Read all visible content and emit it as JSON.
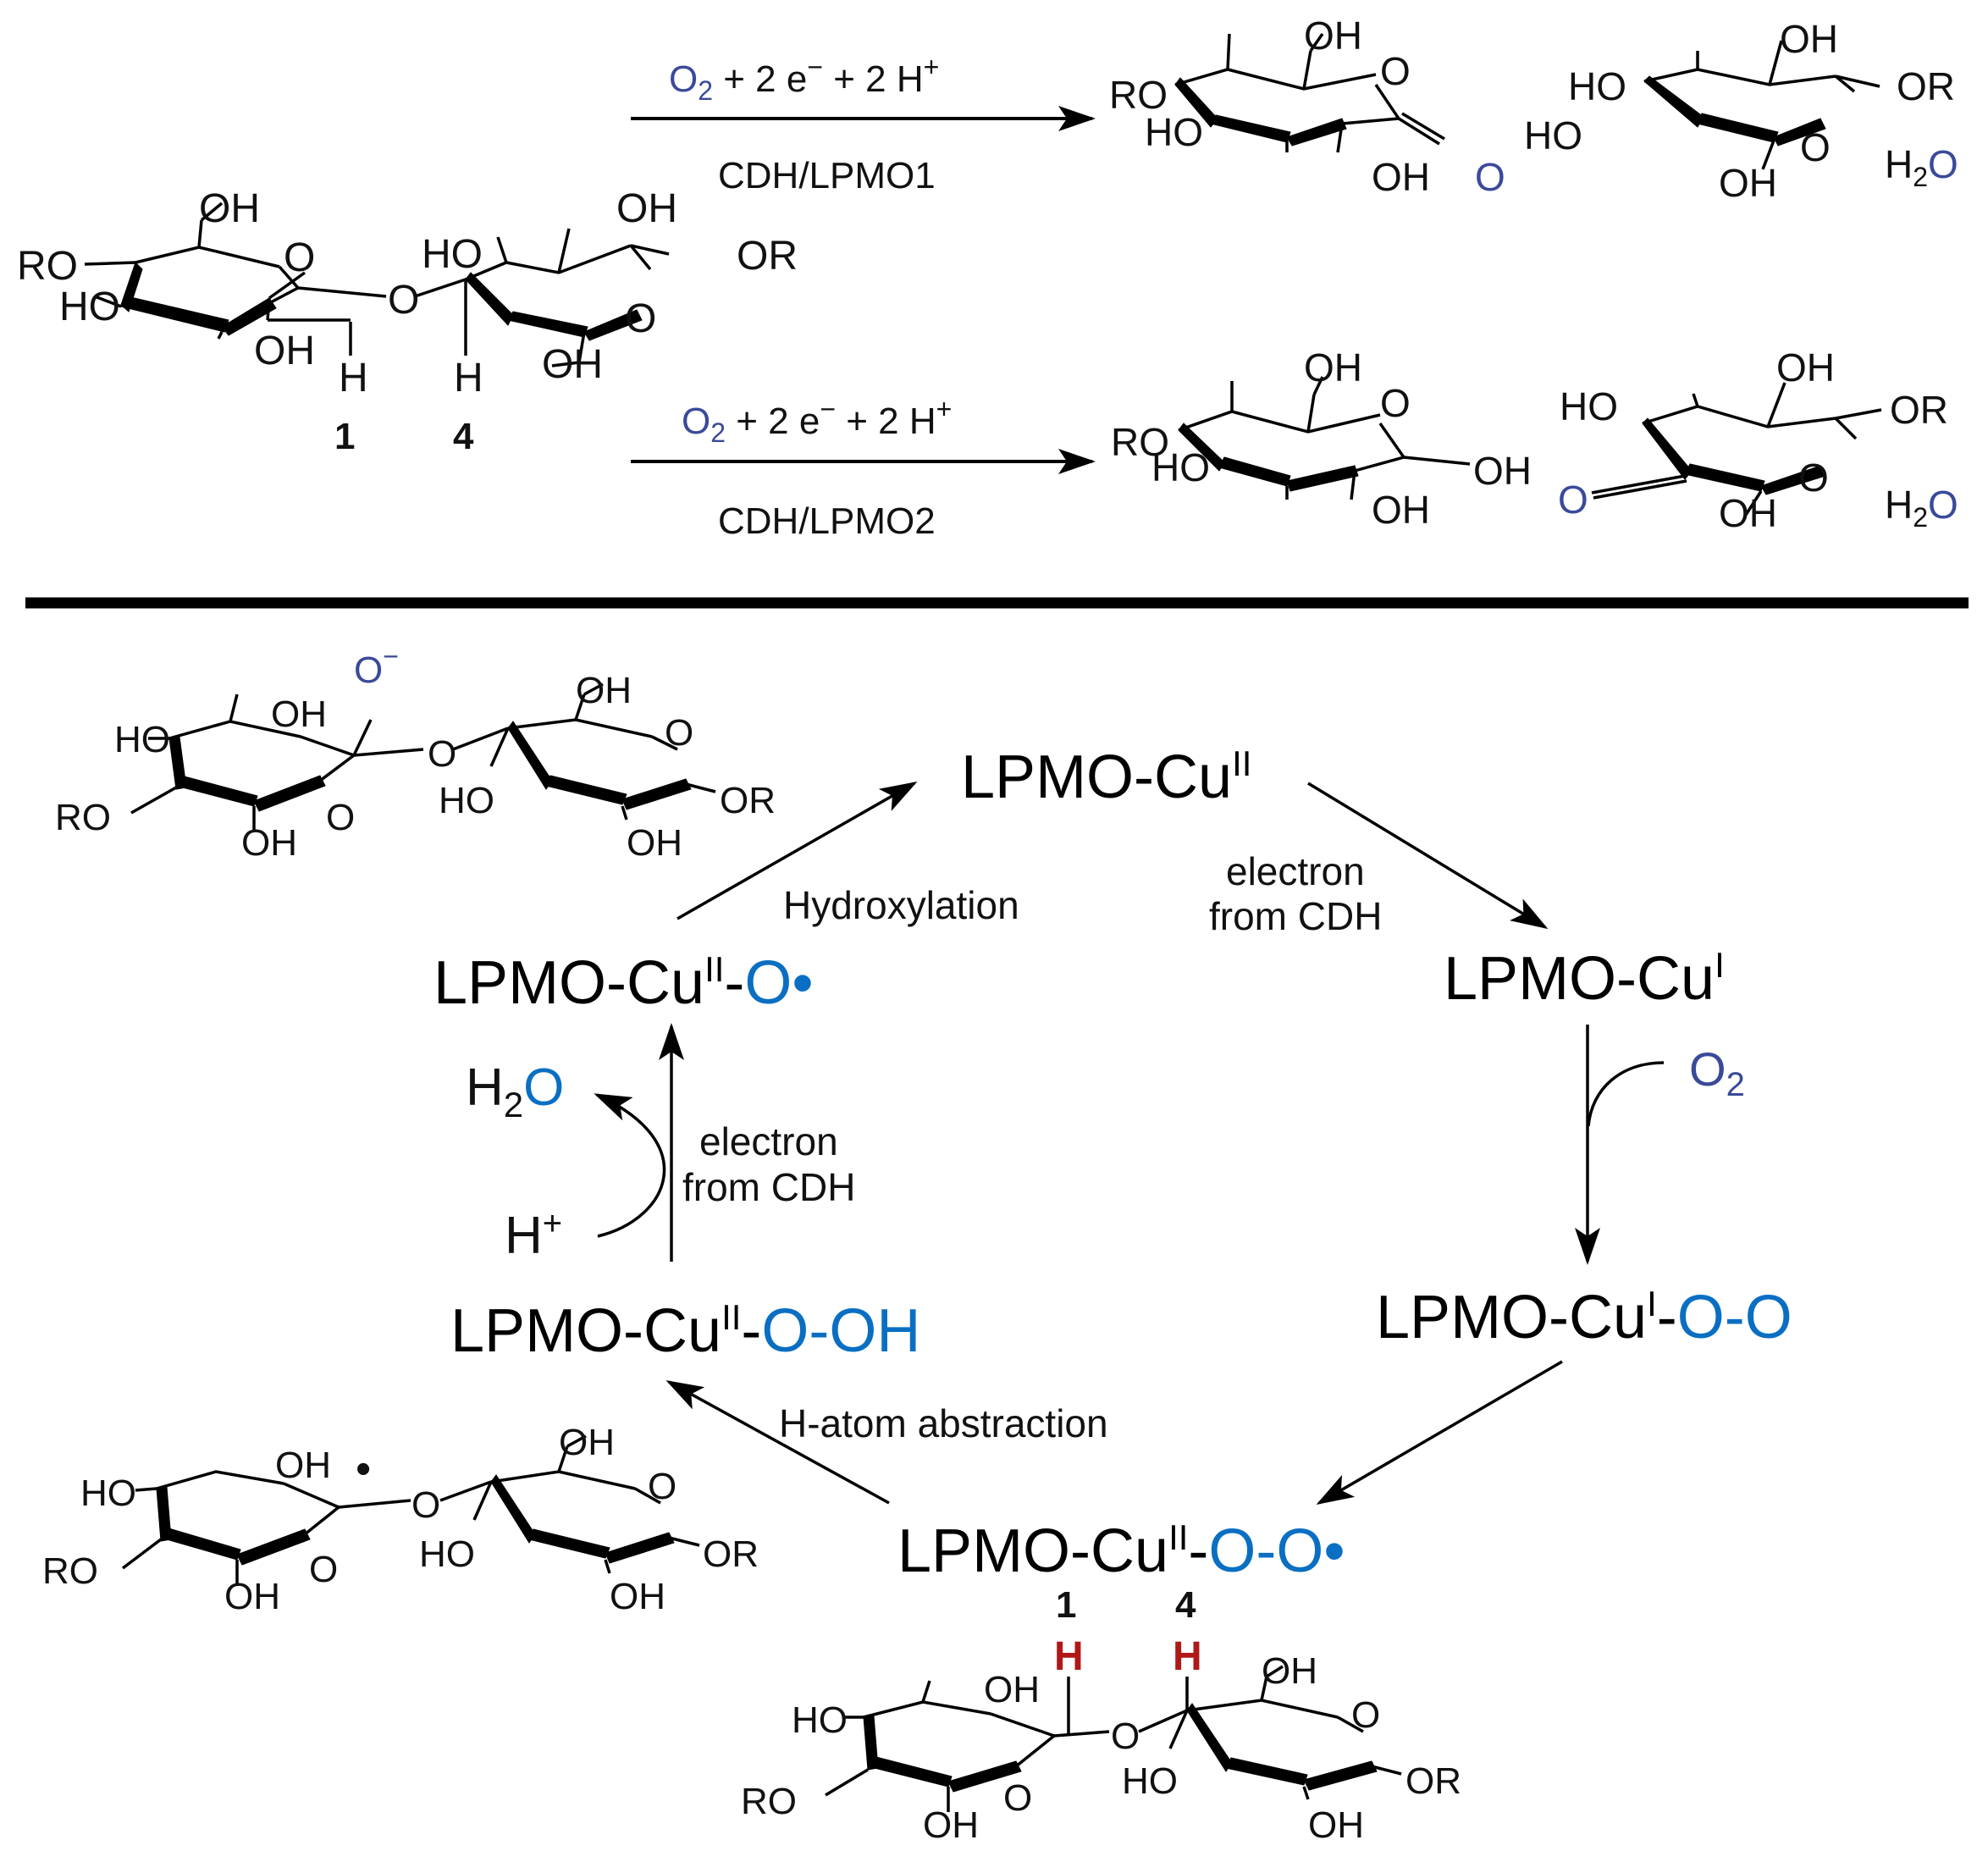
{
  "colors": {
    "blue": "#0a6fc2",
    "red": "#b01818",
    "black": "#000000"
  },
  "top": {
    "reaction_conditions": {
      "oxygen": "O",
      "oxygen_sub": "2",
      "rest": " + 2 e",
      "e_sup": "−",
      "rest2": " + 2 H",
      "h_sup": "+"
    },
    "route1_catalyst": "CDH/LPMO1",
    "route2_catalyst": "CDH/LPMO2",
    "position_1": "1",
    "position_4": "4",
    "water": {
      "h": "H",
      "sub": "2",
      "o": "O"
    },
    "atoms": {
      "OH": "OH",
      "HO": "HO",
      "RO": "RO",
      "OR": "OR",
      "O": "O",
      "H": "H"
    }
  },
  "cycle": {
    "cu2": {
      "base": "LPMO-Cu",
      "sup": "II"
    },
    "cu1": {
      "base": "LPMO-Cu",
      "sup": "I"
    },
    "cu1_oo": {
      "base": "LPMO-Cu",
      "sup": "I",
      "tail": "-",
      "blue": "O-O"
    },
    "cu2_oo_radical": {
      "base": "LPMO-Cu",
      "sup": "II",
      "tail": "-",
      "blue": "O-O•"
    },
    "cu2_oo_h": {
      "base": "LPMO-Cu",
      "sup": "II",
      "tail": "-",
      "blue": "O-OH"
    },
    "cu2_o_radical": {
      "base": "LPMO-Cu",
      "sup": "II",
      "tail": "-",
      "blue": "O•"
    },
    "step_electron_1": [
      "electron",
      "from CDH"
    ],
    "step_electron_2": [
      "electron",
      "from CDH"
    ],
    "step_o2": {
      "o": "O",
      "sub": "2"
    },
    "step_h_abstraction": "H-atom abstraction",
    "step_hydroxylation": "Hydroxylation",
    "proton": {
      "h": "H",
      "sup": "+"
    },
    "water": {
      "h": "H",
      "sub": "2",
      "o": "O"
    },
    "position_1": "1",
    "position_4": "4",
    "h_red": "H",
    "oxide_anion": {
      "o": "O",
      "sup": "−"
    },
    "radical_dot": "•"
  }
}
